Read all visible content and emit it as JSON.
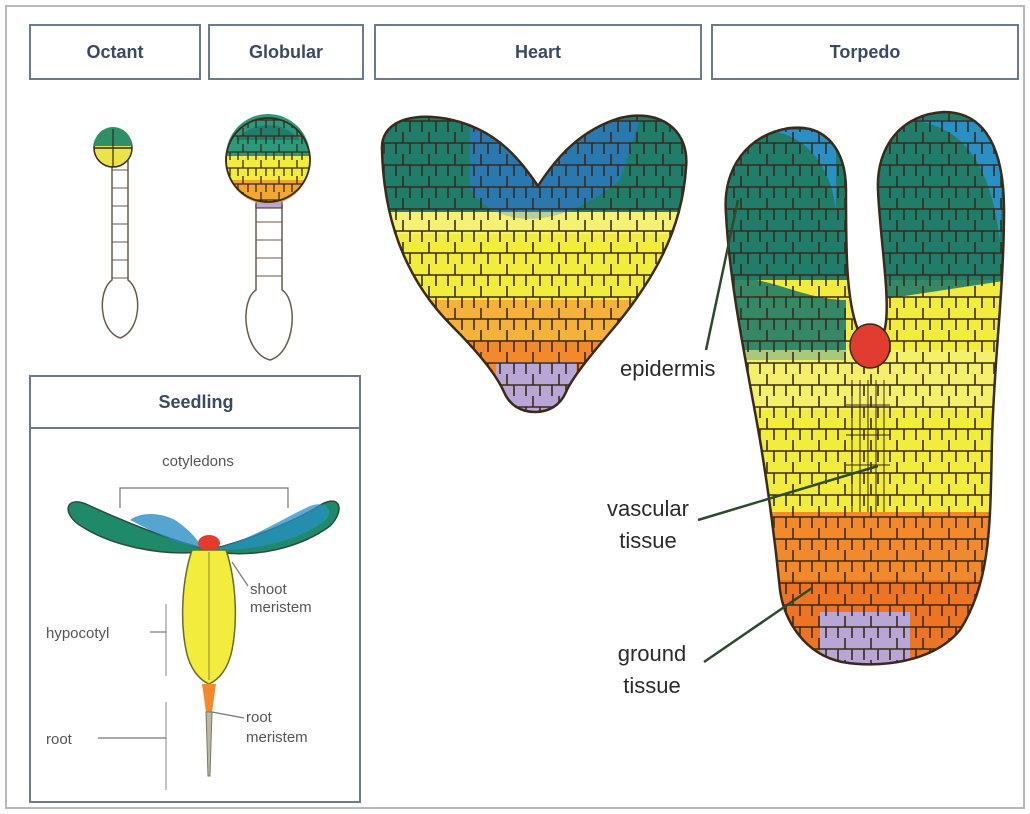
{
  "stages": [
    {
      "id": "octant",
      "title": "Octant"
    },
    {
      "id": "globular",
      "title": "Globular"
    },
    {
      "id": "heart",
      "title": "Heart"
    },
    {
      "id": "torpedo",
      "title": "Torpedo"
    }
  ],
  "seedling": {
    "title": "Seedling",
    "labels": {
      "cotyledons": "cotyledons",
      "shoot_meristem": [
        "shoot",
        "meristem"
      ],
      "hypocotyl": "hypocotyl",
      "root": "root",
      "root_meristem": [
        "root",
        "meristem"
      ]
    }
  },
  "tissue_labels": {
    "epidermis": "epidermis",
    "vascular": [
      "vascular",
      "tissue"
    ],
    "ground": [
      "ground",
      "tissue"
    ]
  },
  "colors": {
    "protoderm_teal": "#1f7d6a",
    "blue": "#2a8fc4",
    "yellow": "#f2ec3c",
    "yellow_light": "#f7f48a",
    "orange": "#f28a2c",
    "orange_deep": "#e9661f",
    "red": "#e23b2f",
    "lavender": "#b7a6d6",
    "cell_line": "#3a2a1a",
    "box_border": "#6b7a90"
  }
}
